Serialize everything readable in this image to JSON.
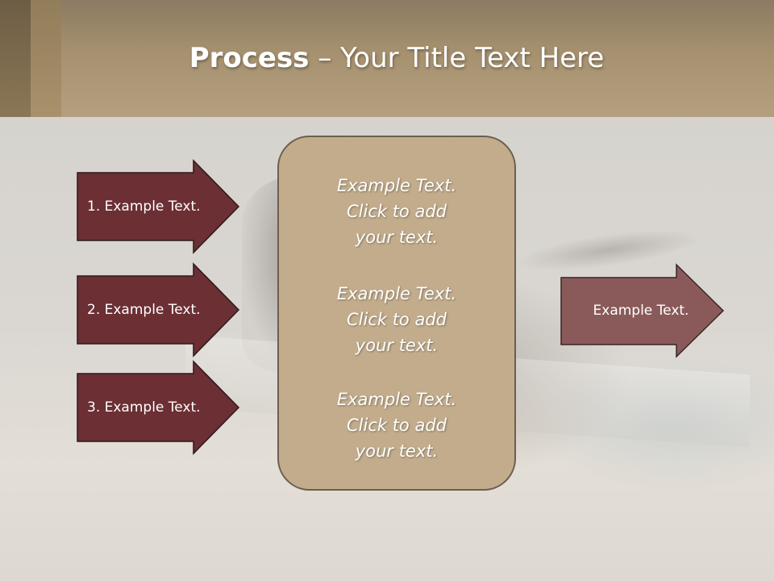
{
  "title": {
    "bold": "Process",
    "rest": " – Your Title Text Here"
  },
  "arrows_left": [
    {
      "label": "1. Example Text."
    },
    {
      "label": "2. Example Text."
    },
    {
      "label": "3. Example Text."
    }
  ],
  "center_box": {
    "paragraphs": [
      {
        "lines": [
          "Example Text.",
          "Click  to add",
          "your text."
        ]
      },
      {
        "lines": [
          "Example Text.",
          "Click  to add",
          "your text."
        ]
      },
      {
        "lines": [
          "Example Text.",
          "Click  to add",
          "your text."
        ]
      }
    ]
  },
  "arrow_right": {
    "label": "Example Text."
  },
  "colors": {
    "arrow_left_fill": "#6b2f34",
    "arrow_right_fill": "#8a5a5b",
    "center_box_fill": "#c2ac8b",
    "header": "#a6916f"
  }
}
